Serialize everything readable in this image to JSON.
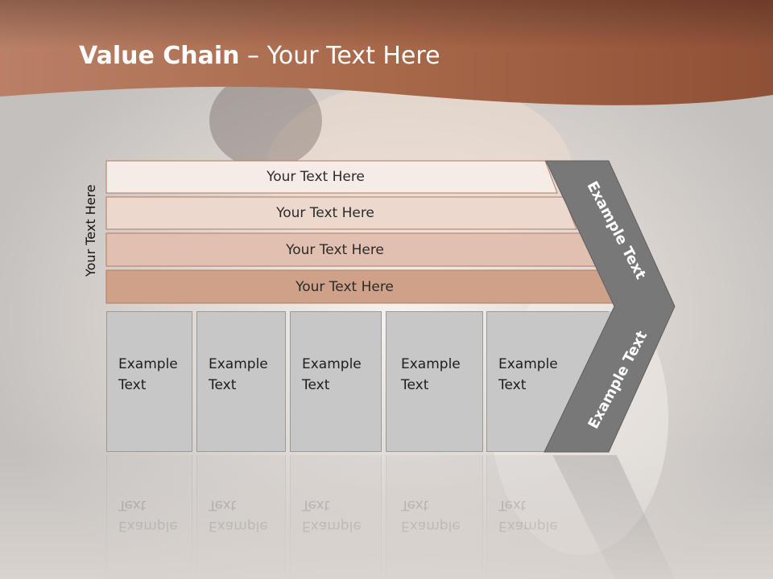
{
  "title": {
    "bold": "Value Chain",
    "rest": " – Your Text Here"
  },
  "side_label": "Your Text Here",
  "bands": [
    {
      "label": "Your Text Here",
      "color": "#f6ece7"
    },
    {
      "label": "Your Text Here",
      "color": "#ecd8cd"
    },
    {
      "label": "Your Text Here",
      "color": "#e2c0b0"
    },
    {
      "label": "Your Text Here",
      "color": "#cfa189"
    }
  ],
  "boxes": [
    {
      "line1": "Example",
      "line2": "Text"
    },
    {
      "line1": "Example",
      "line2": "Text"
    },
    {
      "line1": "Example",
      "line2": "Text"
    },
    {
      "line1": "Example",
      "line2": "Text"
    },
    {
      "line1": "Example",
      "line2": "Text"
    }
  ],
  "chevron": {
    "upper_label": "Example Text",
    "lower_label": "Example Text",
    "color": "#787878"
  },
  "colors": {
    "header": "#a8684a",
    "background": "#c9c6c3",
    "box": "#c7c7c7"
  }
}
